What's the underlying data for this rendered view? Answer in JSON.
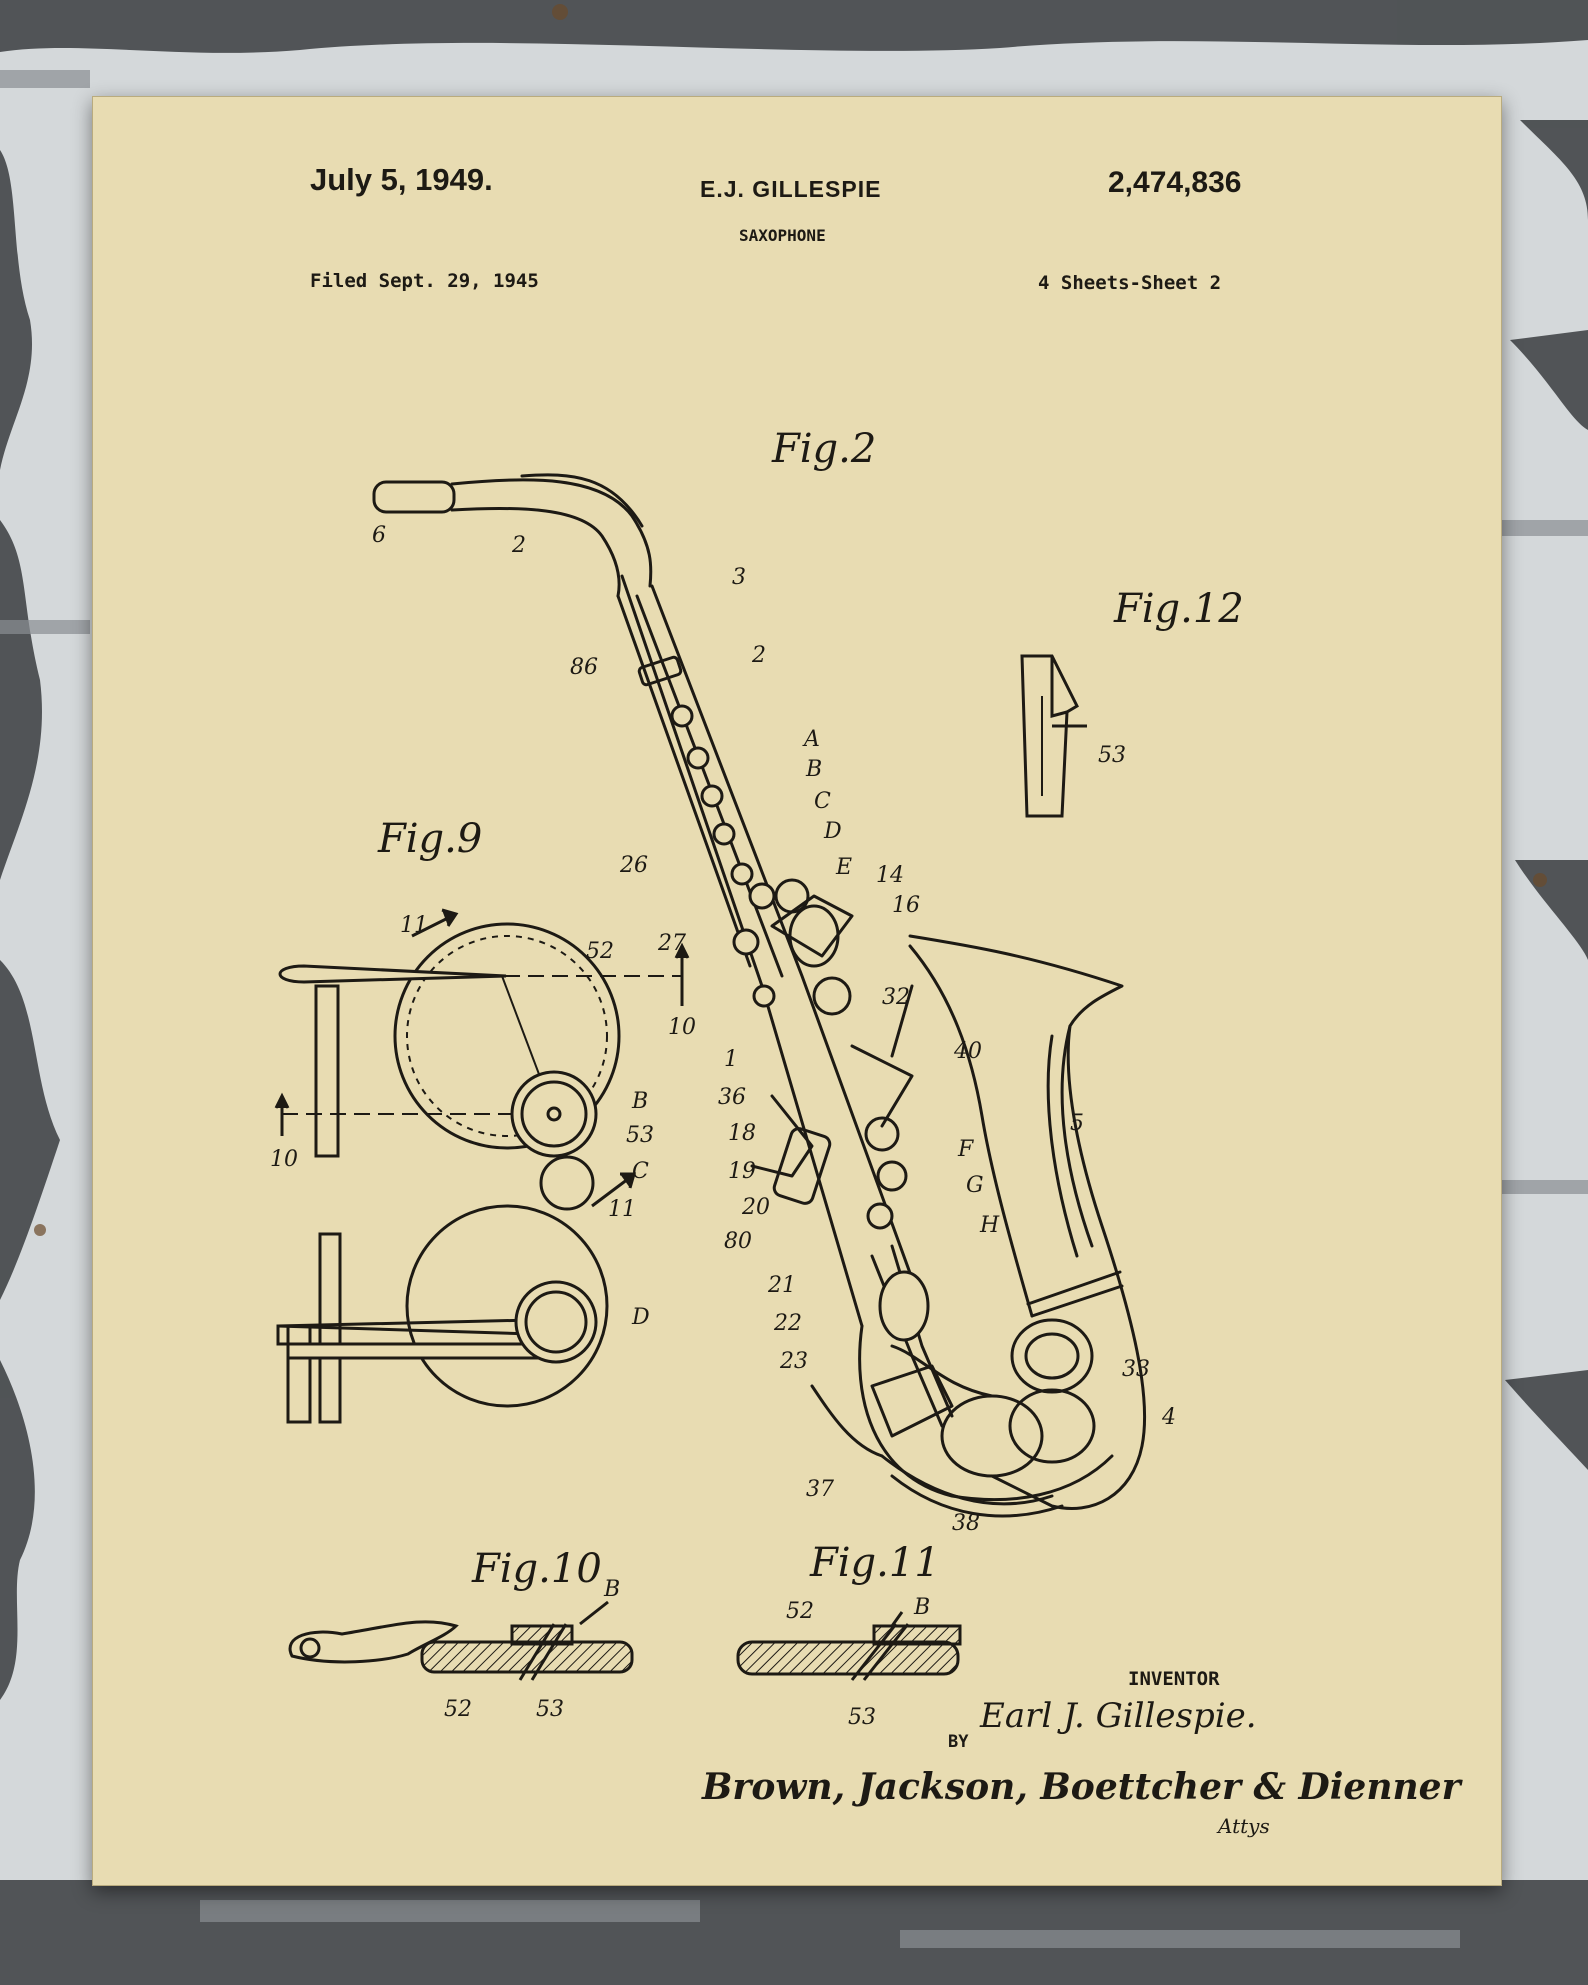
{
  "patent": {
    "date": "July 5, 1949.",
    "inventor_name": "E.J. GILLESPIE",
    "number": "2,474,836",
    "title": "SAXOPHONE",
    "filed": "Filed Sept. 29, 1945",
    "sheets": "4 Sheets-Sheet 2"
  },
  "figures": {
    "fig2": "Fig.2",
    "fig9": "Fig.9",
    "fig10": "Fig.10",
    "fig11": "Fig.11",
    "fig12": "Fig.12"
  },
  "labels": {
    "mouthpiece": "6",
    "neck": "2",
    "neck_screw": "3",
    "n86": "86",
    "n2b": "2",
    "a": "A",
    "b": "B",
    "c": "C",
    "d": "D",
    "e": "E",
    "n26": "26",
    "n14": "14",
    "n16": "16",
    "n27": "27",
    "n32": "32",
    "n40": "40",
    "n1": "1",
    "n36": "36",
    "n5": "5",
    "n18": "18",
    "f": "F",
    "n19": "19",
    "g": "G",
    "n20": "20",
    "n80": "80",
    "h": "H",
    "n21": "21",
    "n22": "22",
    "n23": "23",
    "n33": "33",
    "n4": "4",
    "n37": "37",
    "n38": "38",
    "f12_53": "53",
    "f9_11a": "11",
    "f9_52": "52",
    "f9_10a": "10",
    "f9_10b": "10",
    "f9_b": "B",
    "f9_53": "53",
    "f9_c": "C",
    "f9_11b": "11",
    "f9_d": "D",
    "f10_b": "B",
    "f10_52": "52",
    "f10_53": "53",
    "f11_52": "52",
    "f11_b": "B",
    "f11_53": "53"
  },
  "signature": {
    "inventor_heading": "INVENTOR",
    "inventor_signature": "Earl J. Gillespie.",
    "by": "BY",
    "attorneys": "Brown, Jackson, Boettcher & Dienner",
    "attys_mark": "Attys"
  }
}
